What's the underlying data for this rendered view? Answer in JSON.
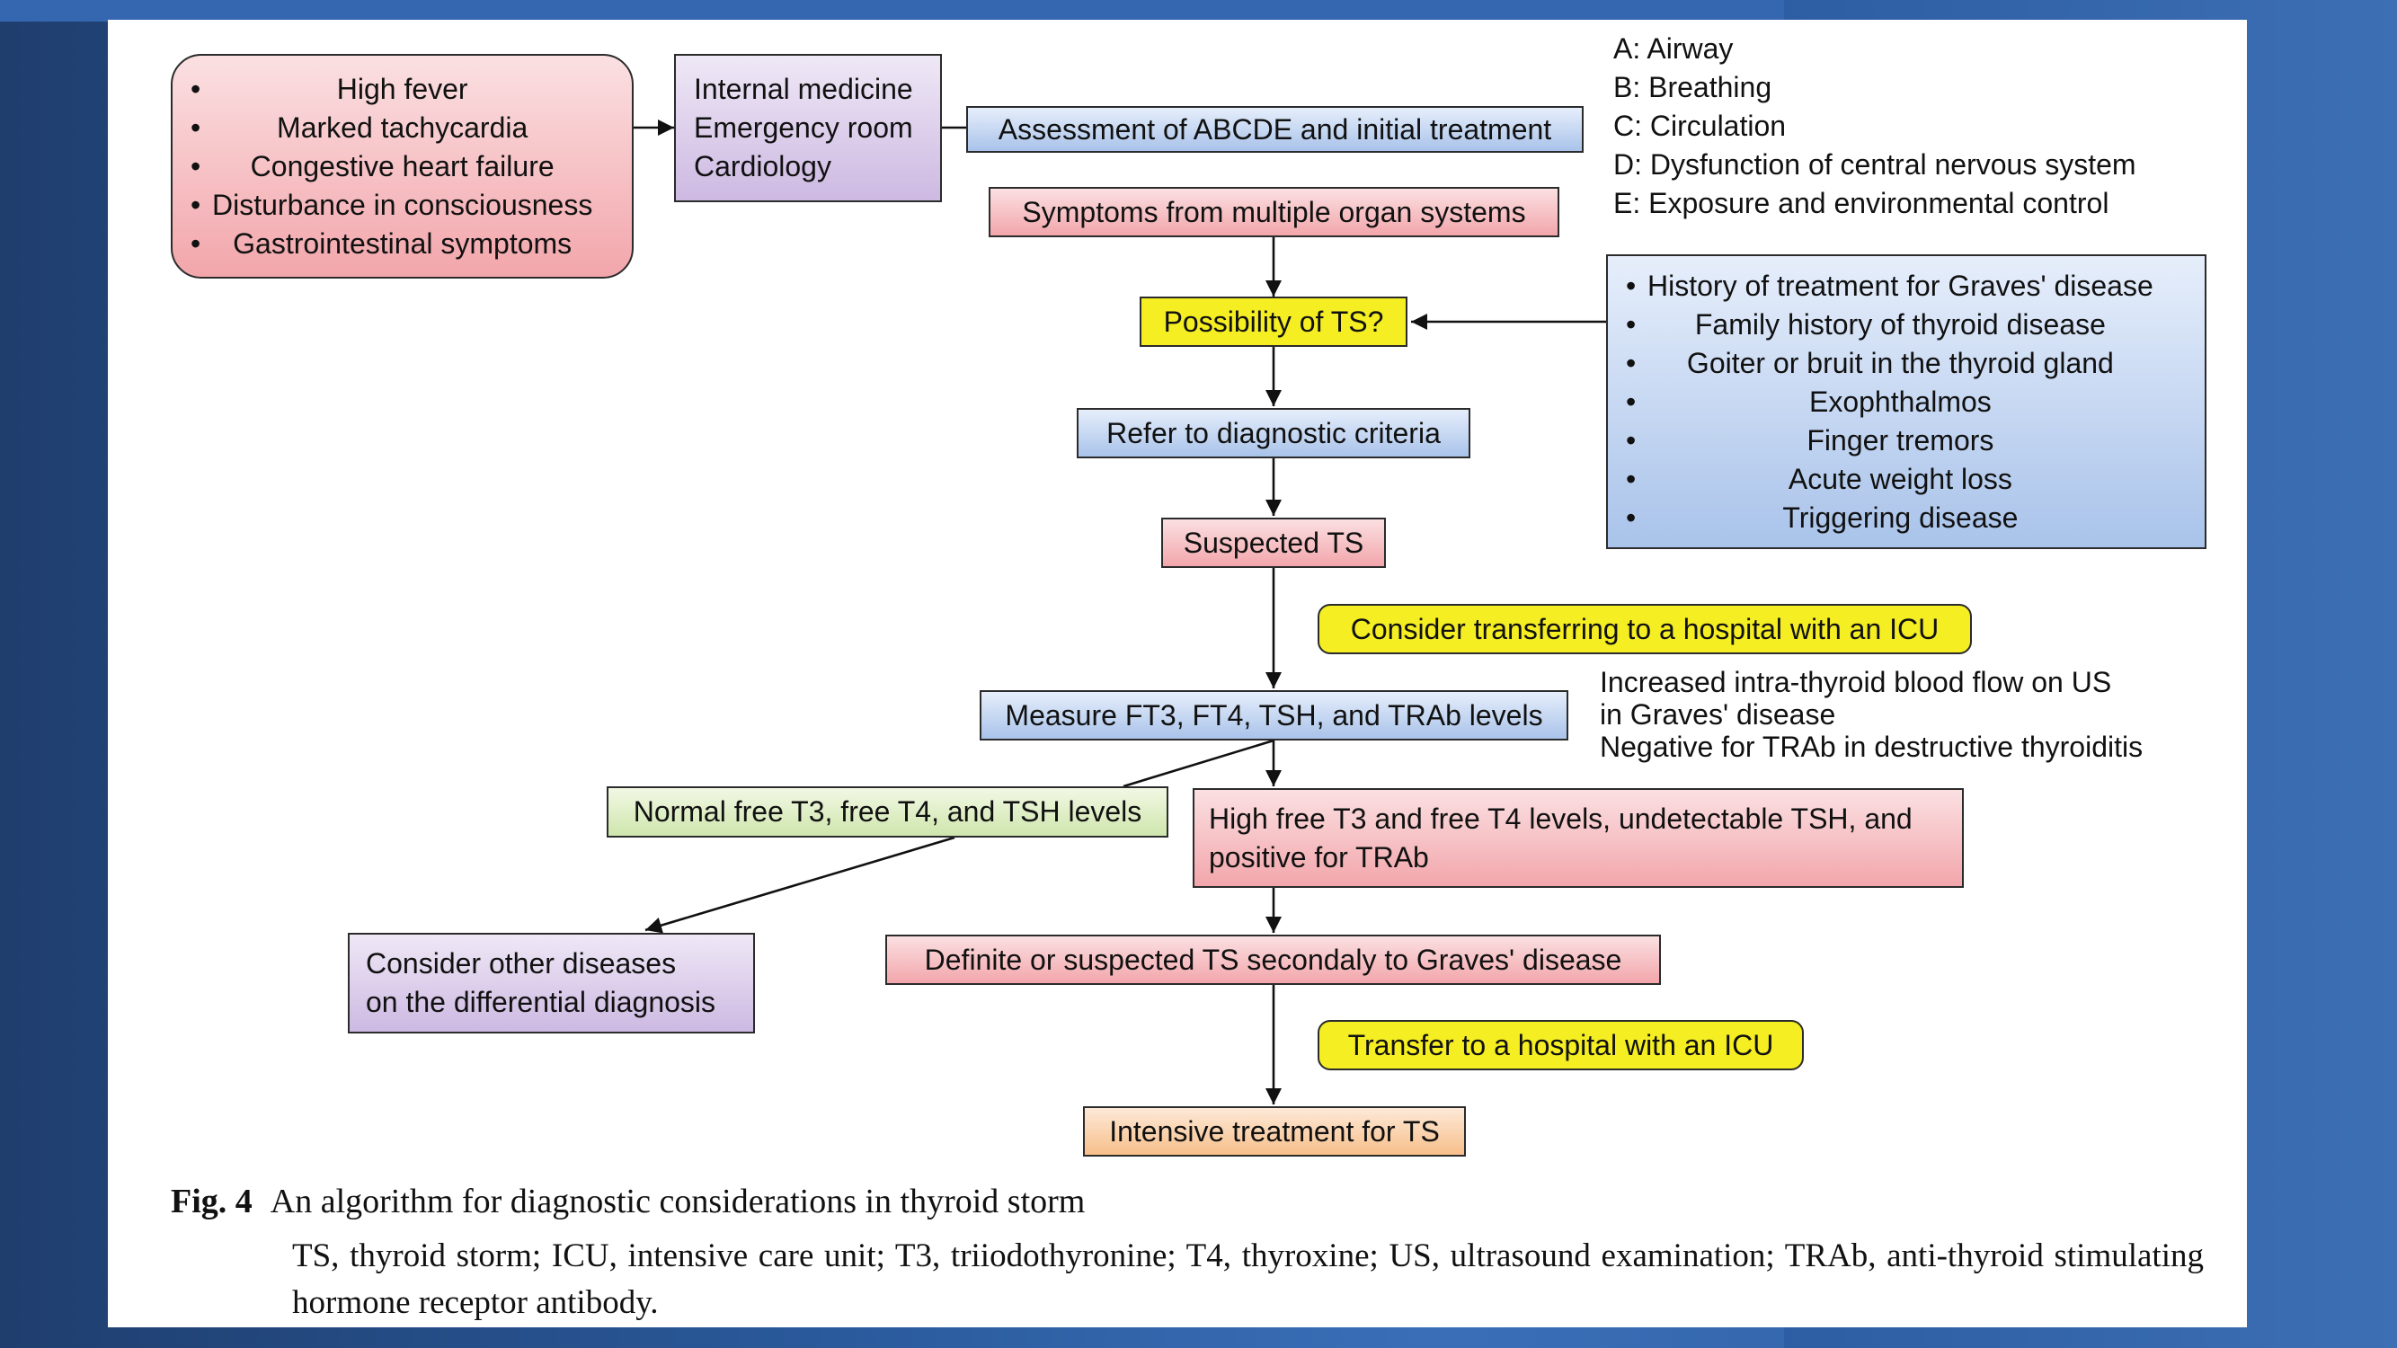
{
  "symptoms": [
    "High fever",
    "Marked tachycardia",
    "Congestive heart failure",
    "Disturbance in consciousness",
    "Gastrointestinal symptoms"
  ],
  "departments": [
    "Internal medicine",
    "Emergency room",
    "Cardiology"
  ],
  "abcde_label": "Assessment of ABCDE and initial treatment",
  "abcde_legend": [
    "A: Airway",
    "B: Breathing",
    "C: Circulation",
    "D: Dysfunction of central nervous system",
    "E: Exposure and environmental control"
  ],
  "multi_organ": "Symptoms from multiple organ systems",
  "possibility": "Possibility of TS?",
  "history_items": [
    "History of treatment for Graves' disease",
    "Family history of thyroid disease",
    "Goiter or bruit in the thyroid gland",
    "Exophthalmos",
    "Finger tremors",
    "Acute weight loss",
    "Triggering disease"
  ],
  "refer": "Refer to diagnostic criteria",
  "suspected": "Suspected TS",
  "consider_transfer": "Consider transferring to a hospital with an ICU",
  "measure": "Measure FT3, FT4, TSH, and TRAb levels",
  "side_note": [
    "Increased intra-thyroid blood flow on US",
    "in Graves' disease",
    "Negative for TRAb in destructive thyroiditis"
  ],
  "normal_levels": "Normal free T3, free T4, and TSH levels",
  "high_levels": [
    "High free T3 and free T4 levels, undetectable TSH, and",
    "positive for TRAb"
  ],
  "other_diseases": [
    "Consider other diseases",
    "on the differential diagnosis"
  ],
  "definite": "Definite or suspected TS secondaly to Graves' disease",
  "transfer": "Transfer to a hospital with an ICU",
  "intensive": "Intensive treatment for TS",
  "caption": {
    "label": "Fig. 4",
    "title": "An algorithm for diagnostic considerations in thyroid storm",
    "body": "TS, thyroid storm; ICU, intensive care unit; T3, triiodothyronine; T4, thyroxine; US, ultrasound examination; TRAb, anti-thyroid stimulating hormone receptor antibody."
  }
}
